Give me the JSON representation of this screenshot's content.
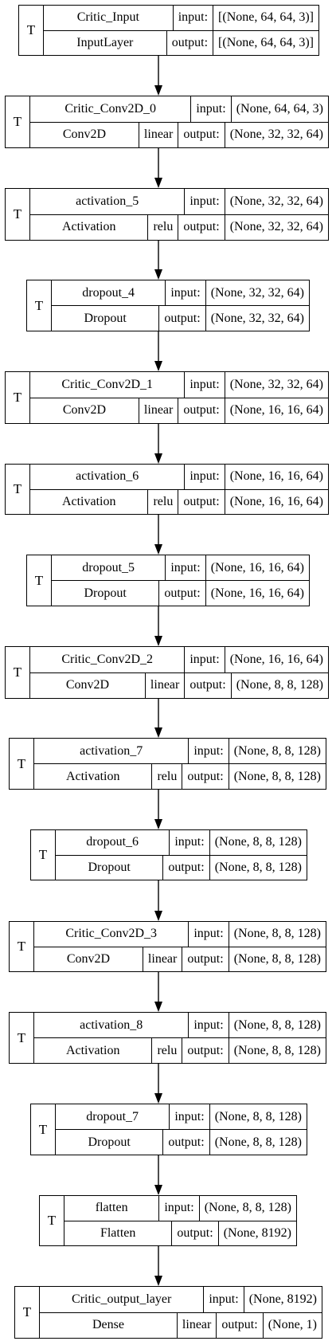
{
  "labels": {
    "trainable": "T",
    "input": "input:",
    "output": "output:"
  },
  "layers": [
    {
      "name": "Critic_Input",
      "class": "InputLayer",
      "activation": "",
      "input_shape": "[(None, 64, 64, 3)]",
      "output_shape": "[(None, 64, 64, 3)]"
    },
    {
      "name": "Critic_Conv2D_0",
      "class": "Conv2D",
      "activation": "linear",
      "input_shape": "(None, 64, 64, 3)",
      "output_shape": "(None, 32, 32, 64)"
    },
    {
      "name": "activation_5",
      "class": "Activation",
      "activation": "relu",
      "input_shape": "(None, 32, 32, 64)",
      "output_shape": "(None, 32, 32, 64)"
    },
    {
      "name": "dropout_4",
      "class": "Dropout",
      "activation": "",
      "input_shape": "(None, 32, 32, 64)",
      "output_shape": "(None, 32, 32, 64)"
    },
    {
      "name": "Critic_Conv2D_1",
      "class": "Conv2D",
      "activation": "linear",
      "input_shape": "(None, 32, 32, 64)",
      "output_shape": "(None, 16, 16, 64)"
    },
    {
      "name": "activation_6",
      "class": "Activation",
      "activation": "relu",
      "input_shape": "(None, 16, 16, 64)",
      "output_shape": "(None, 16, 16, 64)"
    },
    {
      "name": "dropout_5",
      "class": "Dropout",
      "activation": "",
      "input_shape": "(None, 16, 16, 64)",
      "output_shape": "(None, 16, 16, 64)"
    },
    {
      "name": "Critic_Conv2D_2",
      "class": "Conv2D",
      "activation": "linear",
      "input_shape": "(None, 16, 16, 64)",
      "output_shape": "(None, 8, 8, 128)"
    },
    {
      "name": "activation_7",
      "class": "Activation",
      "activation": "relu",
      "input_shape": "(None, 8, 8, 128)",
      "output_shape": "(None, 8, 8, 128)"
    },
    {
      "name": "dropout_6",
      "class": "Dropout",
      "activation": "",
      "input_shape": "(None, 8, 8, 128)",
      "output_shape": "(None, 8, 8, 128)"
    },
    {
      "name": "Critic_Conv2D_3",
      "class": "Conv2D",
      "activation": "linear",
      "input_shape": "(None, 8, 8, 128)",
      "output_shape": "(None, 8, 8, 128)"
    },
    {
      "name": "activation_8",
      "class": "Activation",
      "activation": "relu",
      "input_shape": "(None, 8, 8, 128)",
      "output_shape": "(None, 8, 8, 128)"
    },
    {
      "name": "dropout_7",
      "class": "Dropout",
      "activation": "",
      "input_shape": "(None, 8, 8, 128)",
      "output_shape": "(None, 8, 8, 128)"
    },
    {
      "name": "flatten",
      "class": "Flatten",
      "activation": "",
      "input_shape": "(None, 8, 8, 128)",
      "output_shape": "(None, 8192)"
    },
    {
      "name": "Critic_output_layer",
      "class": "Dense",
      "activation": "linear",
      "input_shape": "(None, 8192)",
      "output_shape": "(None, 1)"
    }
  ]
}
